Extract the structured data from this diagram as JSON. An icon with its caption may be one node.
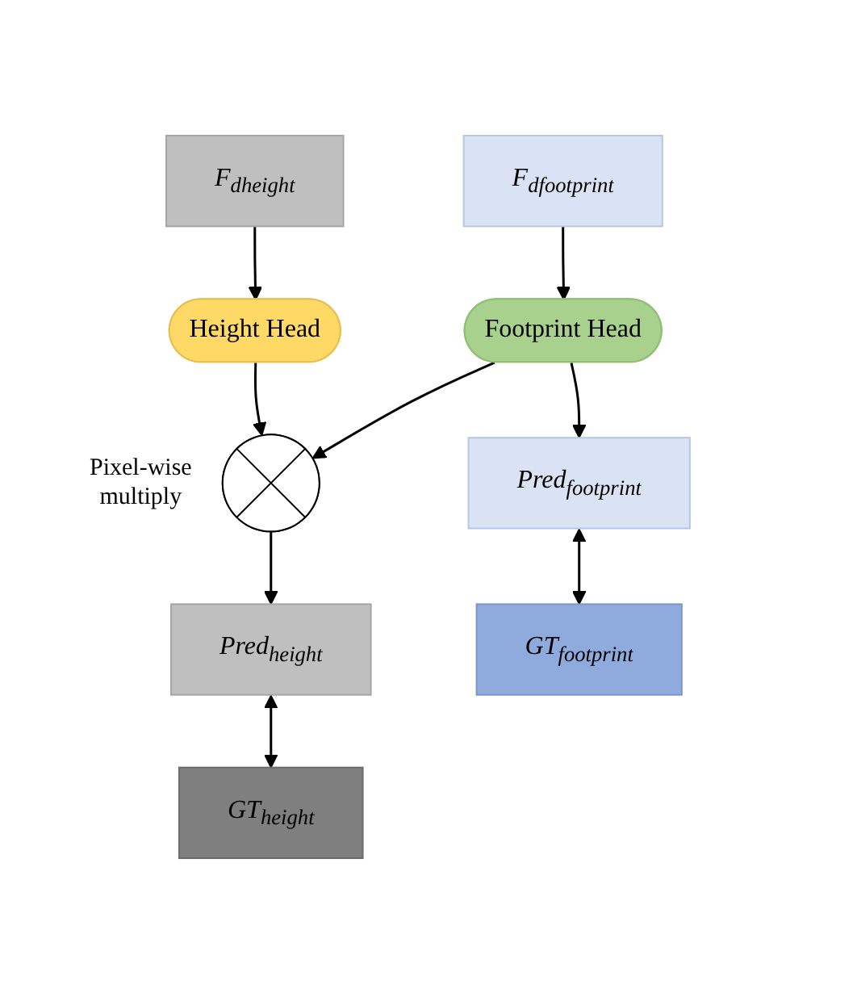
{
  "diagram": {
    "nodes": [
      {
        "text": [
          "F$_{d}$$_{footprint}$"
        ]
      },
      {
        "text": [
          "F$_{d}$$_{height}$"
        ]
      },
      {
        "text": [
          "Footprint Head"
        ]
      },
      {
        "text": [
          "Height Head"
        ]
      },
      {
        "text": [],
        "shape": "circle",
        "beside": [
          "Pixel-wise multiply"
        ]
      },
      {
        "text": [
          "Pred$_{footprint}$"
        ]
      },
      {
        "text": [
          "Pred$_{height}$"
        ]
      },
      {
        "text": [
          "GT$_{footprint}$"
        ]
      },
      {
        "text": [
          "GT$_{height}$"
        ]
      }
    ],
    "edges": [
      {
        "from": 0,
        "to": 2,
        "arrow": "to"
      },
      {
        "from": 1,
        "to": 3,
        "arrow": "to"
      },
      {
        "from": 3,
        "to": 4,
        "arrow": "to"
      },
      {
        "from": 2,
        "to": 4,
        "arrow": "to"
      },
      {
        "from": 2,
        "to": 5,
        "arrow": "to"
      },
      {
        "from": 4,
        "to": 6,
        "arrow": "to"
      },
      {
        "from": 5,
        "to": 7,
        "arrow": "both"
      },
      {
        "from": 6,
        "to": 8,
        "arrow": "both"
      }
    ]
  }
}
